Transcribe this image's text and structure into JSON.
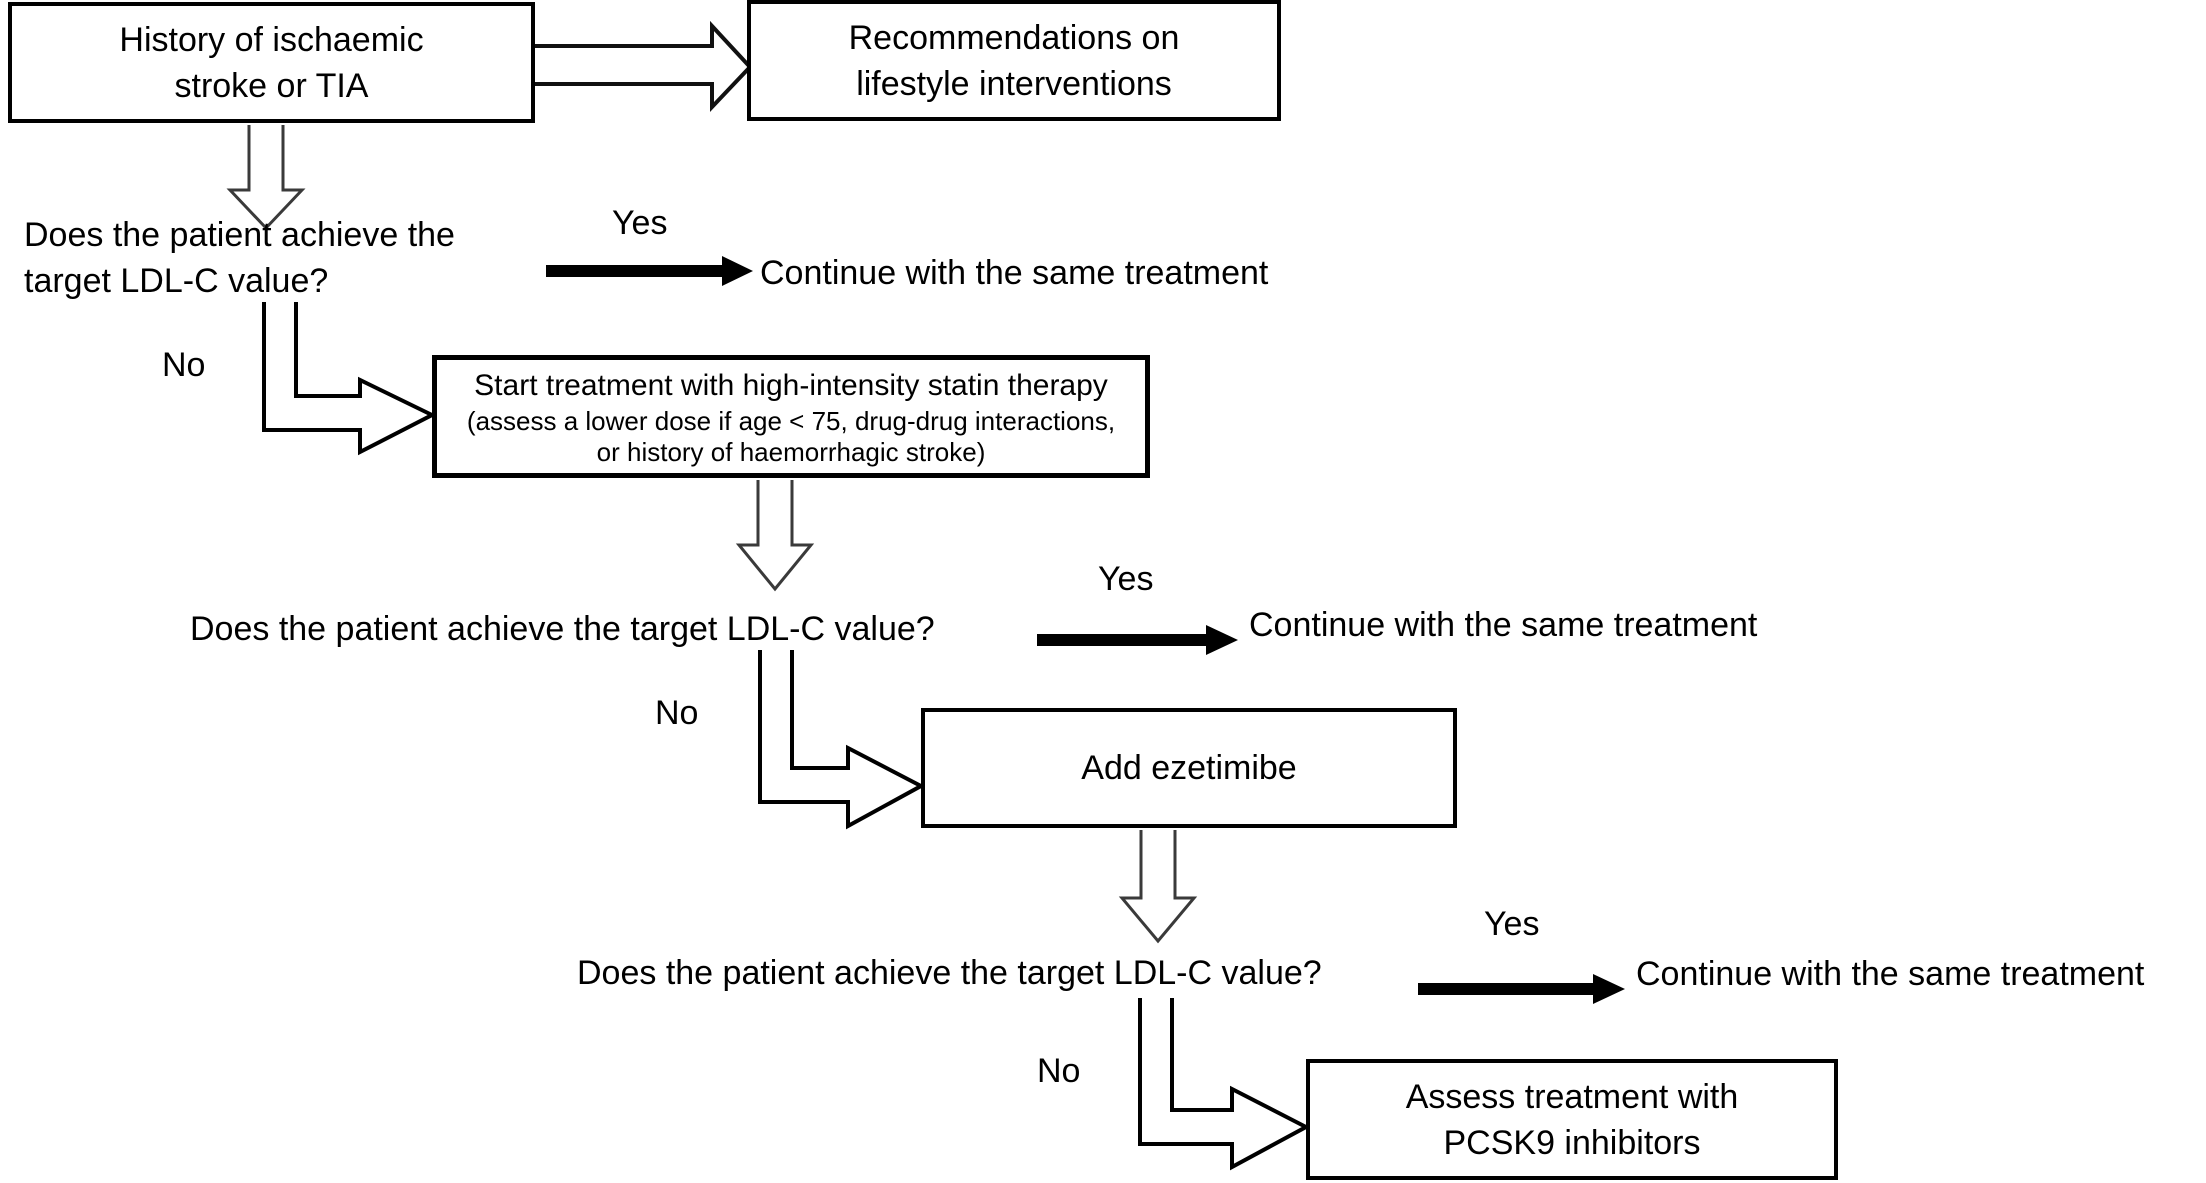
{
  "labels": {
    "yes": "Yes",
    "no": "No",
    "continue": "Continue with the same treatment"
  },
  "boxes": {
    "history": {
      "line1": "History of ischaemic",
      "line2": "stroke or TIA"
    },
    "lifestyle": {
      "line1": "Recommendations on",
      "line2": "lifestyle interventions"
    },
    "statin": {
      "line1": "Start treatment with high-intensity statin therapy",
      "line2": "(assess a lower dose if age < 75, drug-drug interactions,",
      "line3": "or history of haemorrhagic stroke)"
    },
    "ezetimibe": {
      "label": "Add ezetimibe"
    },
    "pcsk9": {
      "line1": "Assess treatment with",
      "line2": "PCSK9 inhibitors"
    }
  },
  "questions": {
    "q1_line1": "Does the patient achieve the",
    "q1_line2": "target LDL-C value?",
    "q2": "Does the patient achieve the target LDL-C value?",
    "q3": "Does the patient achieve the target LDL-C value?"
  },
  "colors": {
    "ink": "#000000",
    "background": "#ffffff"
  }
}
